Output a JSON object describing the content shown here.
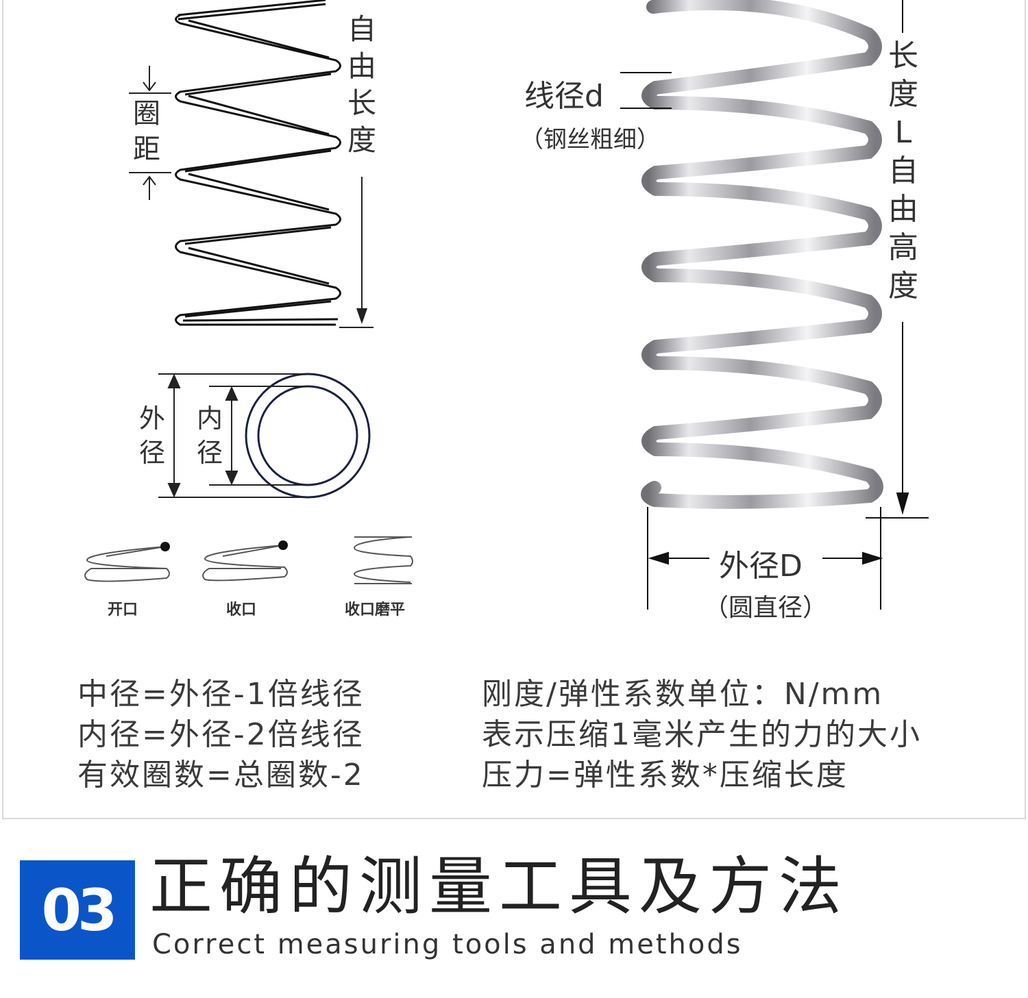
{
  "spring_diagram": {
    "free_length_label": "自由长度",
    "pitch_label": "圈距",
    "outer_diameter_label": "外径",
    "inner_diameter_label": "内径",
    "end_types": [
      "开口",
      "收口",
      "收口磨平"
    ]
  },
  "photo_diagram": {
    "wire_diameter_label": "线径d",
    "wire_diameter_note": "（钢丝粗细）",
    "length_label": "长度L自由高度",
    "outer_diameter_label": "外径D",
    "outer_diameter_note": "（圆直径）"
  },
  "formulas_left": [
    "中径=外径-1倍线径",
    "内径=外径-2倍线径",
    "有效圈数=总圈数-2"
  ],
  "formulas_right": [
    "刚度/弹性系数单位：N/mm",
    "表示压缩1毫米产生的力的大小",
    "压力=弹性系数*压缩长度"
  ],
  "section": {
    "number": "03",
    "title": "正确的测量工具及方法",
    "subtitle": "Correct measuring tools and methods"
  },
  "colors": {
    "badge": "#0a56c9",
    "line": "#222222",
    "text": "#333333"
  }
}
